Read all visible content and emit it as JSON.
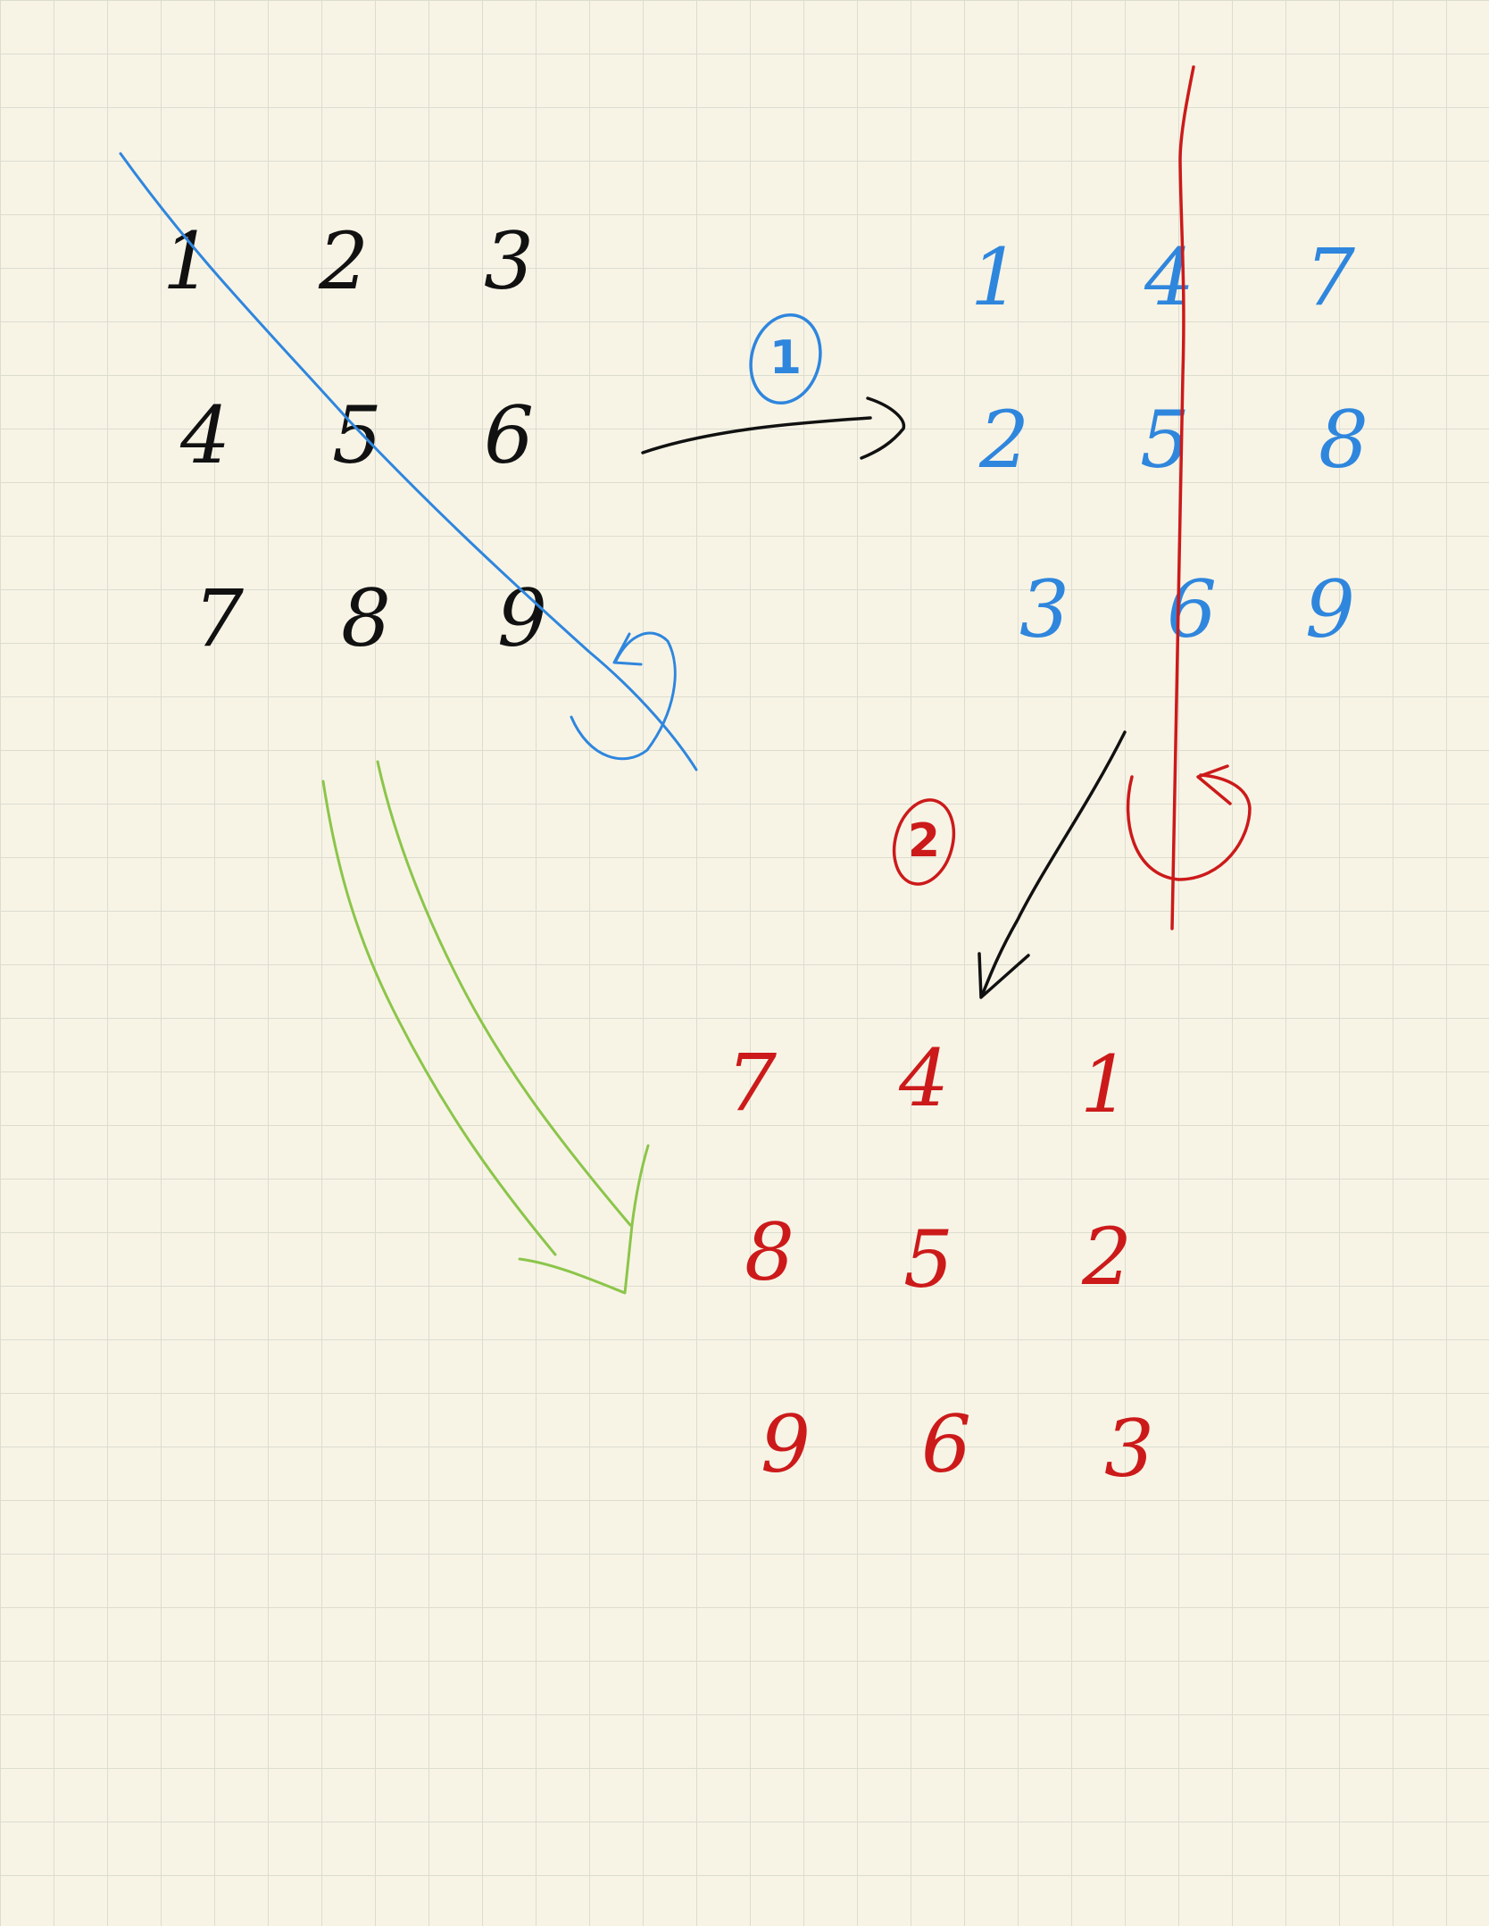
{
  "colors": {
    "paper": "#f7f4e6",
    "grid": "#dcdccf",
    "ink": "#111111",
    "blue": "#2f86dd",
    "red": "#cc1a1a",
    "green": "#8cc54a"
  },
  "original_matrix": {
    "rows": [
      [
        "1",
        "2",
        "3"
      ],
      [
        "4",
        "5",
        "6"
      ],
      [
        "7",
        "8",
        "9"
      ]
    ]
  },
  "transposed_matrix": {
    "rows": [
      [
        "1",
        "4",
        "7"
      ],
      [
        "2",
        "5",
        "8"
      ],
      [
        "3",
        "6",
        "9"
      ]
    ]
  },
  "rotated_matrix": {
    "rows": [
      [
        "7",
        "4",
        "1"
      ],
      [
        "8",
        "5",
        "2"
      ],
      [
        "9",
        "6",
        "3"
      ]
    ]
  },
  "steps": {
    "step1": "1",
    "step2": "2"
  },
  "icons": {
    "step1_marker": "circled-number-icon",
    "step2_marker": "circled-number-icon",
    "diagonal_flip": "curved-arrow-icon",
    "vertical_flip": "curved-arrow-icon"
  }
}
